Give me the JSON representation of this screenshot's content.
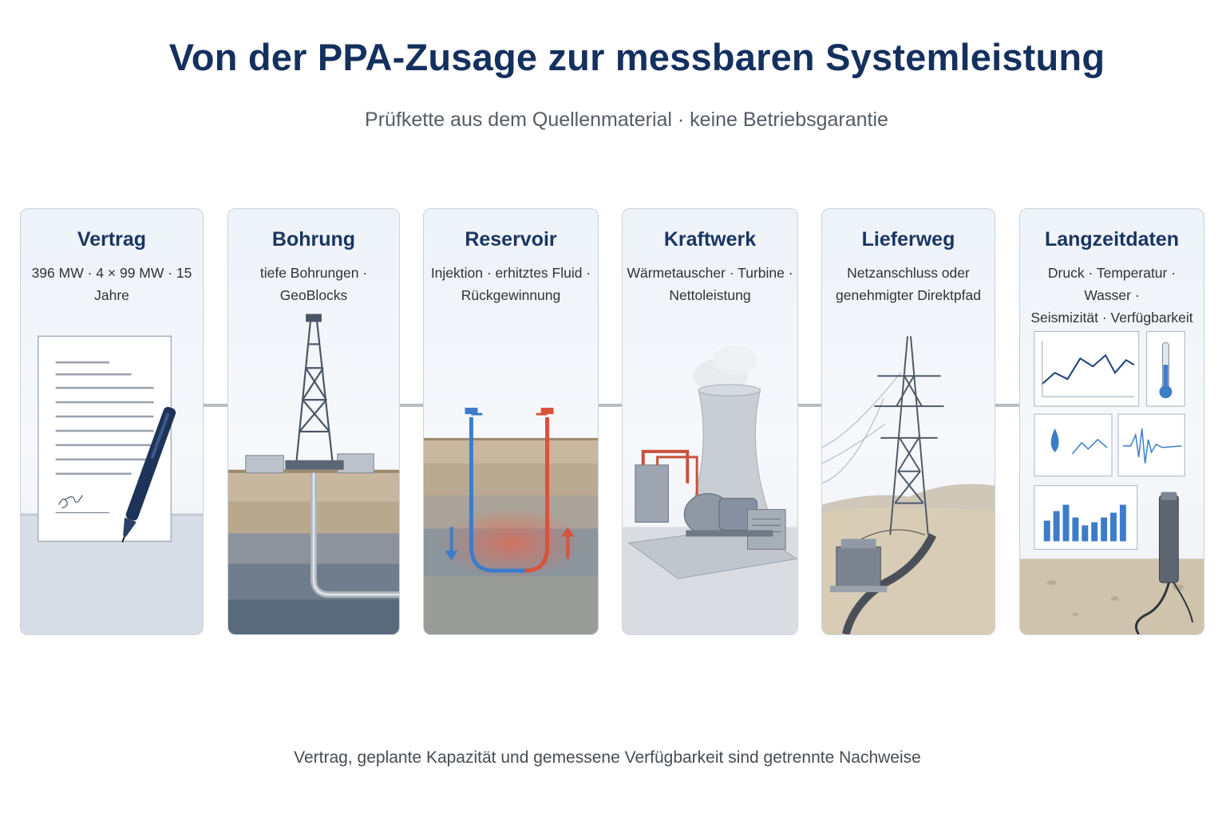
{
  "title": "Von der PPA-Zusage zur messbaren Systemleistung",
  "subtitle": "Prüfkette aus dem Quellenmaterial · keine Betriebsgarantie",
  "steps": [
    {
      "title": "Vertrag",
      "line1": "396 MW · 4 × 99 MW · 15 Jahre",
      "line2": "",
      "icon": "contract-pen-icon"
    },
    {
      "title": "Bohrung",
      "line1": "tiefe Bohrungen · GeoBlocks",
      "line2": "",
      "icon": "drilling-rig-icon"
    },
    {
      "title": "Reservoir",
      "line1": "Injektion · erhitztes Fluid ·",
      "line2": "Rückgewinnung",
      "icon": "reservoir-loop-icon"
    },
    {
      "title": "Kraftwerk",
      "line1": "Wärmetauscher · Turbine ·",
      "line2": "Nettoleistung",
      "icon": "power-plant-icon"
    },
    {
      "title": "Lieferweg",
      "line1": "Netzanschluss oder",
      "line2": "genehmigter Direktpfad",
      "icon": "transmission-tower-icon"
    },
    {
      "title": "Langzeitdaten",
      "line1": "Druck · Temperatur · Wasser ·",
      "line2": "Seismizität · Verfügbarkeit",
      "icon": "monitoring-dashboard-icon"
    }
  ],
  "footer": "Vertrag, geplante Kapazität und gemessene Verfügbarkeit sind getrennte Nachweise",
  "colors": {
    "title": "#14305e",
    "panel_border": "#c9d2dc",
    "cold_fluid": "#3d7cc9",
    "hot_fluid": "#d9533a",
    "chart_line": "#1e3f7a"
  }
}
